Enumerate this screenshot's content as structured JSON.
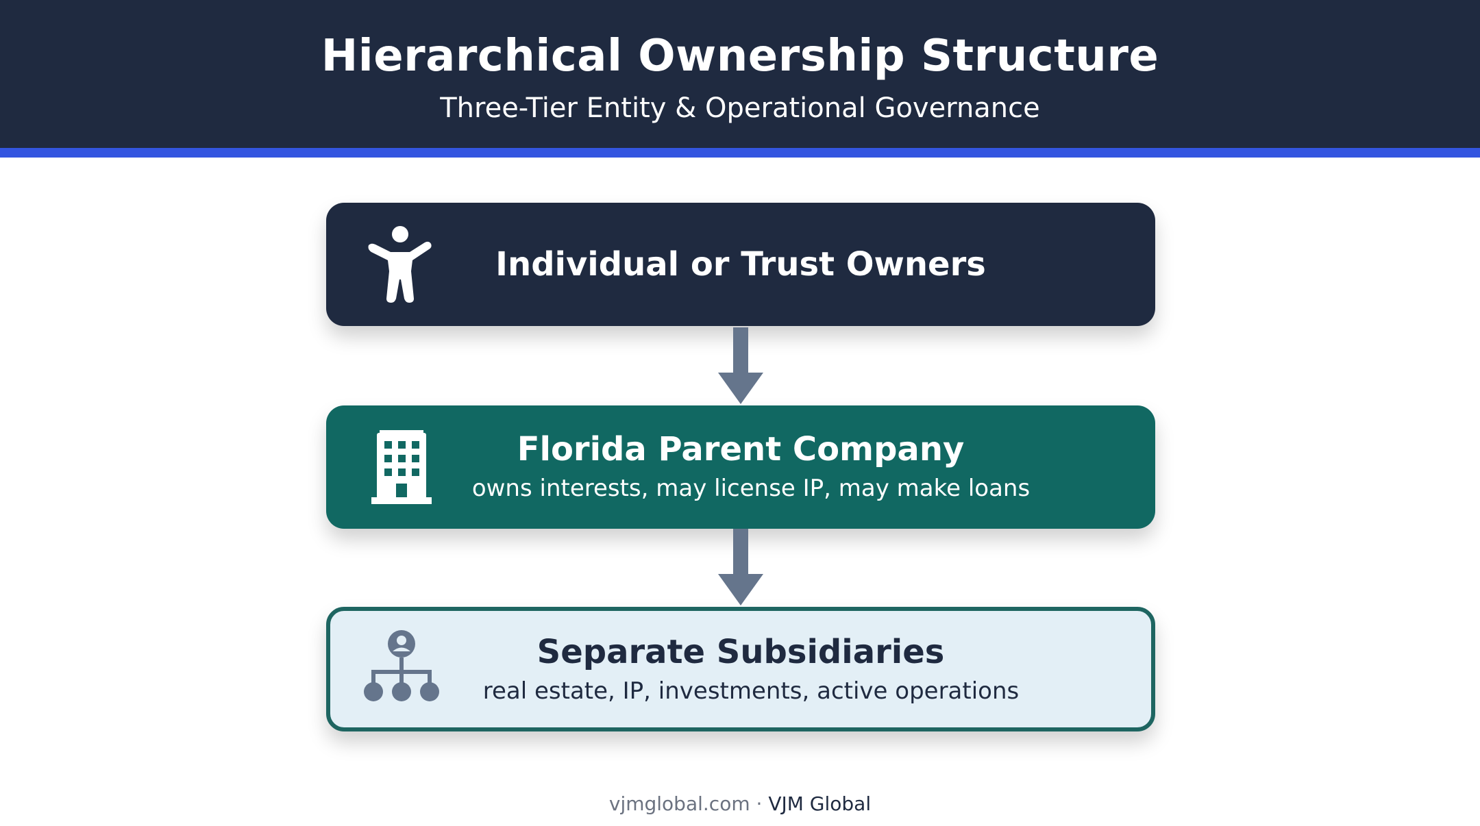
{
  "header": {
    "title": "Hierarchical Ownership Structure",
    "subtitle": "Three-Tier Entity & Operational Governance"
  },
  "tiers": [
    {
      "icon": "person-icon",
      "title": "Individual or Trust Owners"
    },
    {
      "icon": "building-icon",
      "title": "Florida Parent Company",
      "description": "owns interests, may license IP, may make loans"
    },
    {
      "icon": "org-chart-icon",
      "title": "Separate Subsidiaries",
      "description": "real estate, IP, investments, active operations"
    }
  ],
  "footer": {
    "site": "vjmglobal.com",
    "separator": " · ",
    "brand": "VJM Global"
  },
  "colors": {
    "header_bg": "#1f2a40",
    "accent": "#3355e0",
    "tier1_bg": "#1f2a40",
    "tier2_bg": "#116862",
    "tier3_bg": "#e3eff6",
    "tier3_border": "#1e6561",
    "arrow": "#65758c"
  }
}
